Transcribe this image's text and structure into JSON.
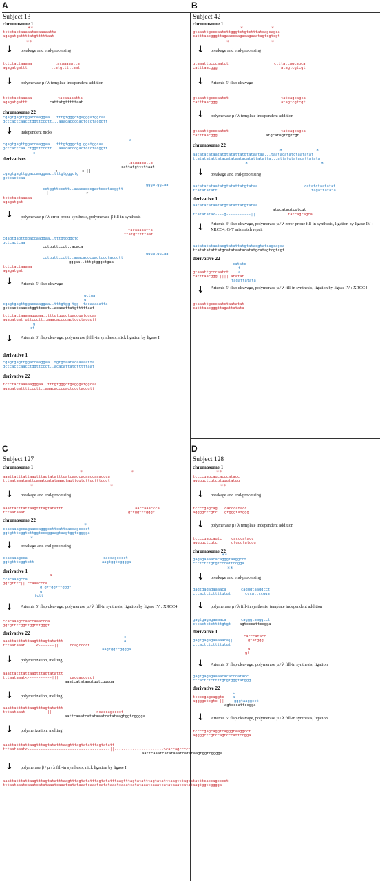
{
  "panels": {
    "A": {
      "letter": "A",
      "subject": "Subject 13",
      "headers": [
        "chromosome 1",
        "chromosome 22",
        "derivatives",
        "derivative 1",
        "derivative 22"
      ],
      "steps": [
        "breakage and end-processing",
        "polymerase µ / λ template independent addition",
        "independent nicks",
        "polymerase µ / λ error-prone synthesis, polymerase β fill-in synthesis",
        "Artemis 5’ flap cleavage",
        "Artemis 3’ flap cleavage, polymerase β fill-in synthesis, nick ligation by ligase I"
      ],
      "seqs": {
        "c1a": "tctctactaaaaatacaaaaatta",
        "c1b": "agagatgattttatgtttttaat",
        "e1a": "tctctactaaaaa",
        "e1b": "tacaaaaatta",
        "e2a": "agagatgattt",
        "e2b": "ttatgtttttaat",
        "t1a": "tctctactaaaaa",
        "t1b": "tacaaaaatta",
        "t2a": "agagatgattt",
        "t2b": "cattatgtttttaat",
        "c22a": "cgagtgagttggaccaaggaa...tttgtgggctgagggatggcaa",
        "c22b": "gctcactcaacctggttccctt...aaacacccgactccctacggtt",
        "n1": "a",
        "n2a": "cgagtgagttggaccaaggaa...tttgtgggctg ggatggcaa",
        "n2b": "gctcactcaa ctggttccctt...aaacacccgactccctacggtt",
        "n3": "c",
        "d1": "tacaaaaatta",
        "d2": "cattatgtttttaat",
        "d3": "cgagtgagttggaccaaggaa..tttgtgggctg",
        "d4": "gctcactcaa",
        "d5": "<-----------c-||",
        "d6": "gggatggcaa",
        "d7": "cctggttccctt..aaacacccgactccctacggtt",
        "d8": "||-----------------> ",
        "d9": "tctctactaaaaa",
        "d10": "agagatgat",
        "p1": "tacaaaaatta",
        "p2": "ttatgtttttaat",
        "p3": "cgagtgagttggaccaaggaa..tttgtgggctg",
        "p4": "gctcactcaa",
        "p5": "cctggttccct..acaca",
        "p6": "gggatggcaa",
        "p7": "cctggttccctt..aaacacccgactccctacggtt",
        "p8": "gggaa..tttgtgggctgaa",
        "p9": "tctctactaaaaa",
        "p10": "agagatgat",
        "q1": "gctga",
        "q2": "g",
        "q3": "cgagtgagttggaccaaggaa..tttgtgg tgg  tacaaaaatta",
        "q4": "gctcactcaacctggttccct..acacattatgtttttaat",
        "q5": "tctctactaaaaagggaa..tttgtgggctgagggatggcaa",
        "q6": "agagatgat gttccctt..aaacacccgactccctacggtt",
        "q7": "g",
        "q8": "ct",
        "r1": "cgagtgagttggaccaaggaa..tgtgtaatacaaaaatta",
        "r2": "gctcactcaacctggttccct..acacattatgtttttaat",
        "s1": "tctctactaaaaagggaa..tttgtgggctgagggatggcaa",
        "s2": "agagatgattttccctt..aaacacccgactccctacggtt"
      }
    },
    "B": {
      "letter": "B",
      "subject": "Subject 42",
      "headers": [
        "chromosome 1",
        "chromosome 22",
        "derivative 1",
        "derivative 22"
      ],
      "steps": [
        "breakage and end-processing",
        "Artemis 5’ flap cleavage",
        "polymerase µ / λ template independent addition",
        "breakage and end-processing",
        "Artemis 3’ flap cleavage, polymerase µ / λ error-prone fill-in synthesis, ligation by ligase IV : XRCC4, G-T mismatch repair",
        "Artemis 5’ flap cleavage, polymerase µ / λ fill-in synthesis, ligation by ligase IV : XRCC4"
      ],
      "seqs": {
        "a1": "gtaaattgcccaatcttgggtctgtctttatcagcagca",
        "a2": "catttaacgggttagaacccagacagaaatagtcgtcgt",
        "b1": "gtaaattgcccaatct",
        "b2": "ctttatcagcagca",
        "b3": "catttaacggg",
        "b4": "atagtcgtcgt",
        "c1": "gtaaattgcccaatct",
        "c2": "tatcagcagca",
        "c3": "catttaacggg",
        "c4": "atagtcgtcgt",
        "e1": "gtaaattgcccaatct",
        "e2": "tatcagcagca",
        "e3": "catttaacggg",
        "e4": "atgcatagtcgtcgt",
        "f1": "aatatatataatatgtatattatgtataataa...taatacatatctaatatat",
        "f2": "ttatatatattatacatataatacatattatatta...attatgtatagattatata",
        "g1": "aatatatataatatgtatattatgtataa",
        "g2": "catatctaatatat",
        "g3": "ttatatatatt",
        "g4": "tagattatata",
        "h1": "aatatatataatatgtatattatgtataa",
        "h2": "ttatatata<----g-----------||",
        "h3": "tatcagcagca",
        "h4": "atgcatagtcgtcgt",
        "i1": "aatatatataatacgtatattatgtatacgtatcagcagca",
        "i2": "ttatatatattatgcatataatacatatgcatagtcgtcgt",
        "j1": "catatc",
        "j2": "t",
        "j3": "gtaaattgcccaatct",
        "j4": "a",
        "j5": "catttaacggg |||| atatat",
        "j6": "tagattatata",
        "k1": "gtaaattgcccaatctaatatat",
        "k2": "catttaacgggttagattatata"
      }
    },
    "C": {
      "letter": "C",
      "subject": "Subject 127",
      "headers": [
        "chromosome 1",
        "chromosome 22",
        "derivative 1",
        "derivative 22"
      ],
      "steps": [
        "breakage and end-processing",
        "breakage and end-processing",
        "Artemis 5’ flap cleavage, polymerase µ / λ fill-in synthesis, ligation by ligase IV : XRCC4",
        "polymerization, melting",
        "polymerization, melting",
        "polymerization, melting",
        "polymerase β / µ / λ fill-in synthesis, nick ligation by ligase I"
      ],
      "seqs": {
        "a1": "aaattatttattaagtttagtatatttgatcaagcacaaccaaaccca",
        "a2": "tttaataaataattcaaatcatataaactagttcgtgttggtttgggt",
        "b1": "aaattatttattaagtttagtatattt",
        "b2": "aaccaaaccca",
        "b3": "tttaataaat",
        "b4": "gttggtttgggt",
        "c1": "ccacaaagccagaaccagggccttcattcaccagcccct",
        "c2": "ggtgtttcggtcttggtcccggaagtaagtggtcgggga",
        "d1": "ccacaaagcca",
        "d2": "caccagcccct",
        "d3": "ggtgtttcggtctt",
        "d4": "aagtggtcgggga",
        "e1": "a",
        "e2": "ccacaaagcca",
        "e3": "ggtgtttc|| ccaaaccca",
        "e4": "g gttggtttgggt",
        "e5": "g",
        "e6": "tctt",
        "f1": "ccacaaagccaaccaaaccca",
        "f2": "ggtgtttcggttggtttgggt",
        "g1": "c",
        "g2": "aaattatttattaagtttagtatattt",
        "g3": "a",
        "g4": "tttaataaat     <-------||     ccagcccct",
        "g5": "aagtggtcgggga",
        "h1": "aaattatttattaagtttagtatattt",
        "h2": "tttaataaat<-----------|||     caccagcccct",
        "h3": "aaatcatataagtggtcgggga",
        "i1": "aaattatttattaagtttagtatattt",
        "i2": "tttaataaat          ||-------------------->caccagcccct",
        "i3": "aattcaaatcatataaatcatataagtggtcgggga",
        "j1": "aaattatttattaagtttagtatatttaagtttagtatatttagtatatt",
        "j2": "tttaataaat<-------------------------------------||---------------------->caccagcccct",
        "j3": "aattcaaatcatataaatcatataagtggtcgggga",
        "k1": "aaattatttattaagtttagtatatttaagtttagtatatttagtatatttaagtttagtatatttagtatatttaagtttagtatatttcaccagcccct",
        "k2": "tttaataaatcaaatcatataaatcaaatcatataaatcaaatcatataaatcaaatcatataaatcaaatcatataaatcatataagtggtcgggga"
      }
    },
    "D": {
      "letter": "D",
      "subject": "Subject 128",
      "headers": [
        "chromosome 1",
        "chromosome 22",
        "derivative 1",
        "derivative 22"
      ],
      "steps": [
        "breakage and end-processing",
        "polymerase µ / λ template independent addition",
        "breakage and end-processing",
        "polymerase µ / λ fill-in synthesis, template independent addition",
        "Artemis 3’ flap cleavage, polymerase µ / λ fill-in synthesis, ligation",
        "Artemis 5’ flap cleavage, polymerase µ / λ fill-in synthesis, ligation"
      ],
      "seqs": {
        "a1": "tccccgagcagcacccatacc",
        "a2": "aggggctcgtcgtgggtatgg",
        "b1": "tccccgagcag",
        "b2": "cacccatacc",
        "b3": "aggggctcgtc",
        "b4": "gtgggtatggg",
        "c1": "tccccgagcagtc",
        "c2": "cacccatacc",
        "c3": "aggggctcgtc",
        "c4": "gtgggtatggg",
        "d1": "gagagaaaacacagggtaaggcct",
        "d2": "ctctctttgtgtcccattccgga",
        "e1": "gagtgagagaaaaca",
        "e2": "cagggtaaggcct",
        "e3": "ctcactctcttttgtgt",
        "e4": "cccattccgga",
        "f1": "gagtgagagaaaaca",
        "f2": "cagggtaaggcct",
        "f3": "ctcactctcttttgtgt",
        "f4": "agtcccattccgga",
        "g1": "cacccatacc",
        "g2": "gagtgagagaaaaaca||",
        "g3": "gtatggg",
        "g4": "ctcactctcttttgtgt",
        "g5": "g",
        "g6": "gt",
        "h1": "gagtgagagaaaacacacccatacc",
        "h2": "ctcactctcttttgtgtgggtatggg",
        "i1": "c",
        "i2": "tccccgagcaggtc",
        "i3": "a",
        "i4": "aggggctcgtc ||",
        "i5": "gggtaaggcct",
        "i6": "agtcccattccgga",
        "j1": "tccccgagcaggtcagggtaaggcct",
        "j2": "aggggctcgtccagtcccattccgga"
      }
    }
  }
}
